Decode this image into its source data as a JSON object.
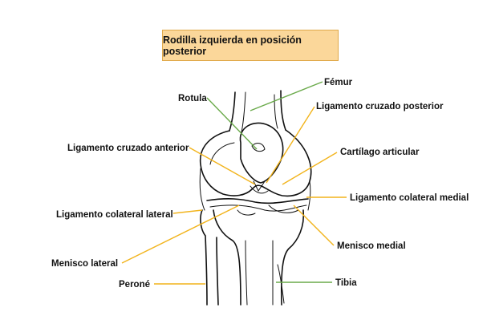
{
  "title": "Rodilla izquierda en posición posterior",
  "labels": {
    "femur": "Fémur",
    "rotula": "Rotula",
    "lig_cruzado_posterior": "Ligamento cruzado posterior",
    "lig_cruzado_anterior": "Ligamento cruzado anterior",
    "cartilago": "Cartílago articular",
    "lig_colateral_medial": "Ligamento colateral medial",
    "lig_colateral_lateral": "Ligamento colateral lateral",
    "menisco_medial": "Menisco medial",
    "menisco_lateral": "Menisco lateral",
    "perone": "Peroné",
    "tibia": "Tibia"
  },
  "colors": {
    "title_bg": "#fbd79a",
    "leader_green": "#6aaa4a",
    "leader_yellow": "#f2b41c"
  }
}
